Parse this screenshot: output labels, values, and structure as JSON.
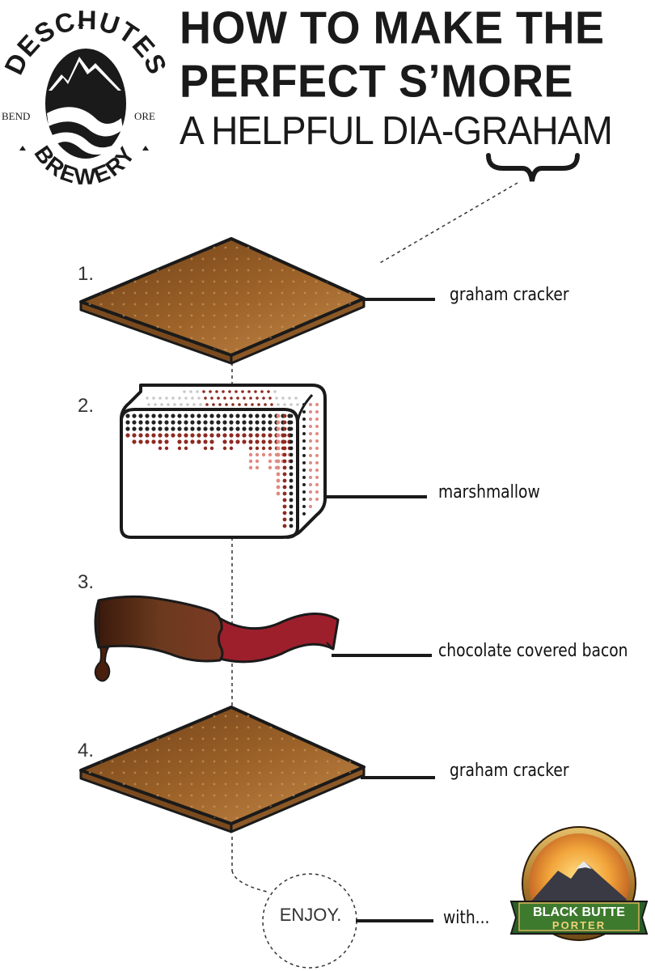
{
  "title": {
    "line1": "HOW TO MAKE THE",
    "line2": "PERFECT S’MORE",
    "line3": "A HELPFUL DIA-GRAHAM"
  },
  "logo": {
    "brand": "DESCHUTES",
    "sub": "BREWERY",
    "left": "BEND",
    "right": "ORE"
  },
  "steps": [
    {
      "number": "1.",
      "label": "graham cracker"
    },
    {
      "number": "2.",
      "label": "marshmallow"
    },
    {
      "number": "3.",
      "label": "chocolate covered bacon"
    },
    {
      "number": "4.",
      "label": "graham cracker"
    }
  ],
  "finale": {
    "enjoy": "ENJOY.",
    "with": "with..."
  },
  "beer_badge": {
    "line1": "BLACK BUTTE",
    "line2": "PORTER"
  },
  "colors": {
    "cracker_light": "#b5793f",
    "cracker_dark": "#6e3f17",
    "outline": "#1a1a1a",
    "bacon_chocolate": "#5a2a14",
    "bacon_red": "#9e1f2c",
    "marshmallow_dot_dark": "#222222",
    "marshmallow_dot_red": "#8e2a22",
    "marshmallow_dot_pink": "#e08a82"
  },
  "icons": {
    "logo": "deschutes-logo-icon",
    "badge": "black-butte-porter-icon",
    "brace": "curly-brace-icon"
  }
}
